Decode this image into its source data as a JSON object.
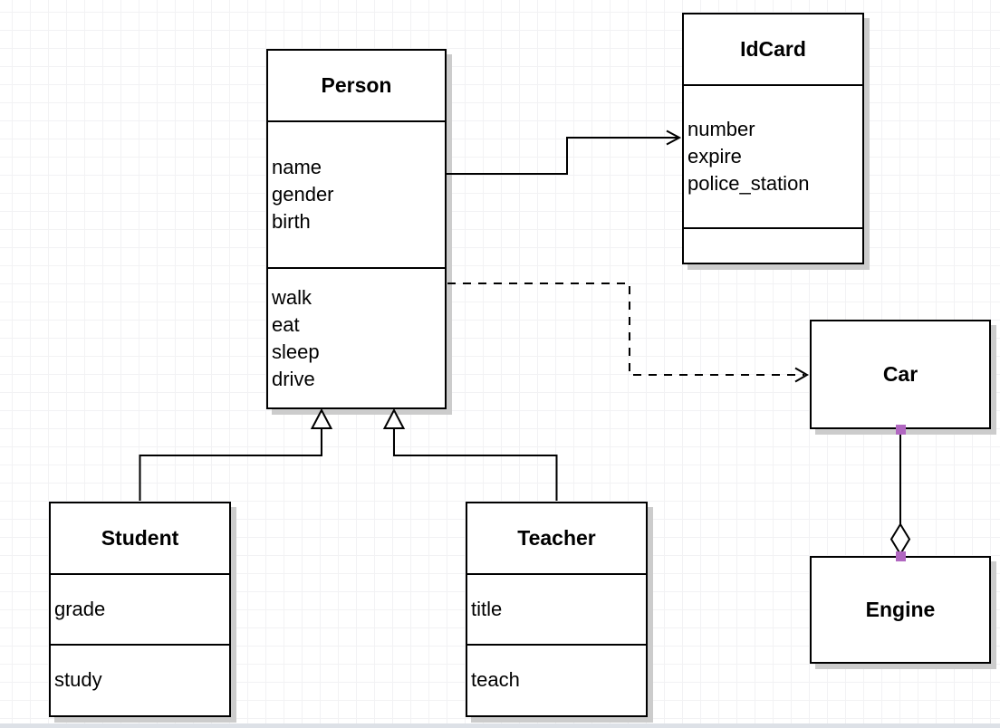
{
  "diagram": {
    "type": "uml-class-diagram",
    "classes": {
      "person": {
        "name": "Person",
        "attributes": [
          "name",
          "gender",
          "birth"
        ],
        "methods": [
          "walk",
          "eat",
          "sleep",
          "drive"
        ]
      },
      "idcard": {
        "name": "IdCard",
        "attributes": [
          "number",
          "expire",
          "police_station"
        ],
        "methods": []
      },
      "car": {
        "name": "Car",
        "attributes": [],
        "methods": []
      },
      "engine": {
        "name": "Engine",
        "attributes": [],
        "methods": []
      },
      "student": {
        "name": "Student",
        "attributes": [
          "grade"
        ],
        "methods": [
          "study"
        ]
      },
      "teacher": {
        "name": "Teacher",
        "attributes": [
          "title"
        ],
        "methods": [
          "teach"
        ]
      }
    },
    "relationships": [
      {
        "type": "association",
        "from": "Person",
        "to": "IdCard",
        "line": "solid",
        "arrowhead": "open"
      },
      {
        "type": "dependency",
        "from": "Person",
        "to": "Car",
        "line": "dashed",
        "arrowhead": "open"
      },
      {
        "type": "generalization",
        "from": "Student",
        "to": "Person",
        "line": "solid",
        "arrowhead": "hollow-triangle"
      },
      {
        "type": "generalization",
        "from": "Teacher",
        "to": "Person",
        "line": "solid",
        "arrowhead": "hollow-triangle"
      },
      {
        "type": "aggregation",
        "from": "Car",
        "to": "Engine",
        "line": "solid",
        "marker": "hollow-diamond"
      }
    ],
    "colors": {
      "stroke": "#000000",
      "shape_fill": "#ffffff",
      "shadow": "#cccccc",
      "connection_point": "#b167c1",
      "grid_line": "#f2f2f4",
      "bottom_edge": "#dde1e7"
    }
  }
}
